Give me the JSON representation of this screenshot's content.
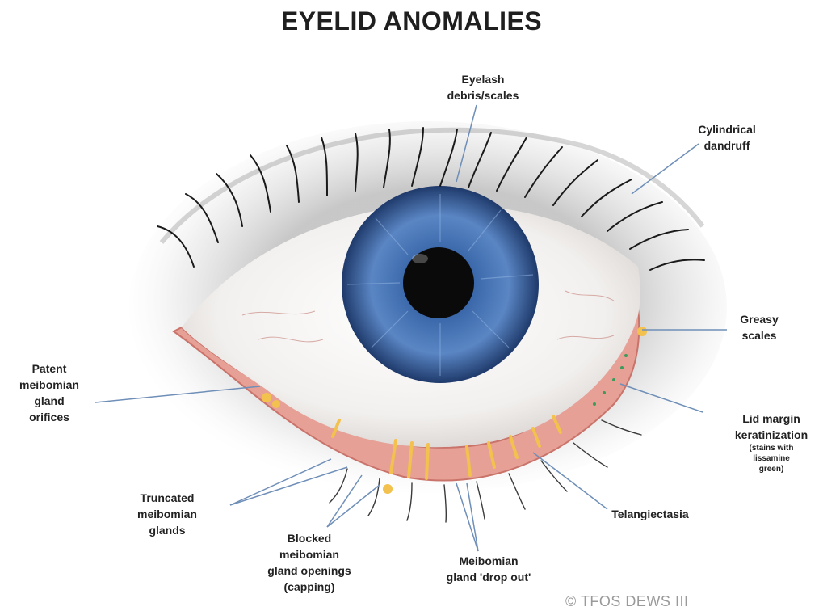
{
  "title": "EYELID ANOMALIES",
  "labels": {
    "eyelash_debris": [
      "Eyelash",
      "debris/scales"
    ],
    "cylindrical_dandruff": [
      "Cylindrical",
      "dandruff"
    ],
    "greasy_scales": [
      "Greasy",
      "scales"
    ],
    "lid_margin_keratinization": [
      "Lid margin",
      "keratinization"
    ],
    "lid_margin_note": [
      "(stains with",
      "lissamine",
      "green)"
    ],
    "telangiectasia": [
      "Telangiectasia"
    ],
    "meibomian_drop_out": [
      "Meibomian",
      "gland 'drop out'"
    ],
    "blocked_openings": [
      "Blocked",
      "meibomian",
      "gland openings",
      "(capping)"
    ],
    "truncated_glands": [
      "Truncated",
      "meibomian",
      "glands"
    ],
    "patent_orifices": [
      "Patent",
      "meibomian",
      "gland",
      "orifices"
    ]
  },
  "credit": "© TFOS DEWS III",
  "colors": {
    "iris": "#3a66a8",
    "iris_dark": "#1e3a6e",
    "pupil": "#0a0a0a",
    "lid_margin": "#e9a39a",
    "leader_line": "#6f8fb8",
    "gland": "#f2c14e"
  }
}
